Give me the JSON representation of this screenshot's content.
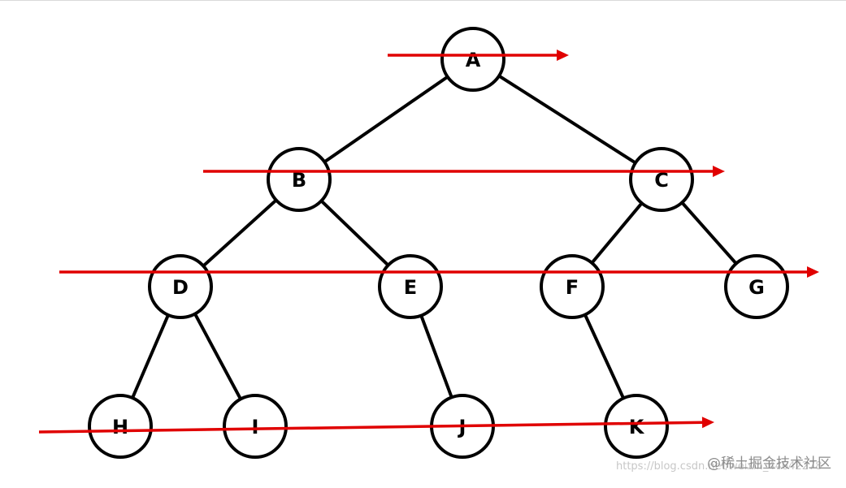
{
  "diagram": {
    "kind": "binary-tree",
    "colors": {
      "edge": "#000000",
      "node_fill": "#ffffff",
      "node_stroke": "#000000",
      "scan_arrow": "#e00000"
    },
    "nodes": [
      {
        "id": "A",
        "label": "A"
      },
      {
        "id": "B",
        "label": "B"
      },
      {
        "id": "C",
        "label": "C"
      },
      {
        "id": "D",
        "label": "D"
      },
      {
        "id": "E",
        "label": "E"
      },
      {
        "id": "F",
        "label": "F"
      },
      {
        "id": "G",
        "label": "G"
      },
      {
        "id": "H",
        "label": "H"
      },
      {
        "id": "I",
        "label": "I"
      },
      {
        "id": "J",
        "label": "J"
      },
      {
        "id": "K",
        "label": "K"
      }
    ],
    "edges": [
      {
        "from": "A",
        "to": "B"
      },
      {
        "from": "A",
        "to": "C"
      },
      {
        "from": "B",
        "to": "D"
      },
      {
        "from": "B",
        "to": "E"
      },
      {
        "from": "C",
        "to": "F"
      },
      {
        "from": "C",
        "to": "G"
      },
      {
        "from": "D",
        "to": "H"
      },
      {
        "from": "D",
        "to": "I"
      },
      {
        "from": "E",
        "to": "J"
      },
      {
        "from": "F",
        "to": "K"
      }
    ],
    "levels": [
      [
        "A"
      ],
      [
        "B",
        "C"
      ],
      [
        "D",
        "E",
        "F",
        "G"
      ],
      [
        "H",
        "I",
        "J",
        "K"
      ]
    ]
  },
  "watermarks": {
    "url": "https://blog.csdn.net/weixin_44642278",
    "site": "@稀土掘金技术社区"
  }
}
